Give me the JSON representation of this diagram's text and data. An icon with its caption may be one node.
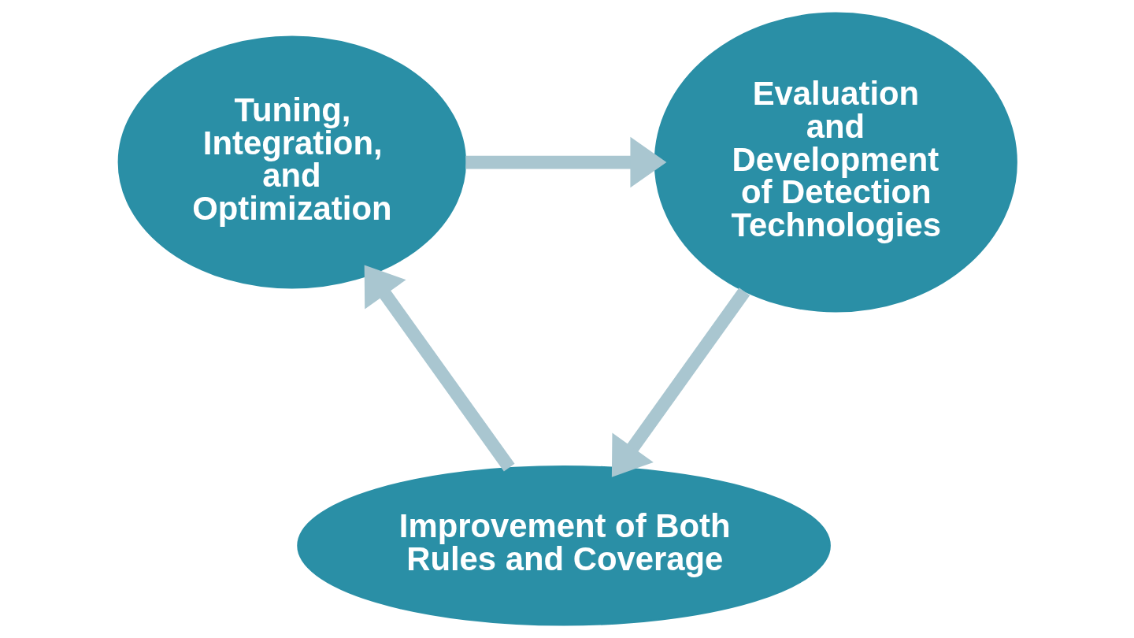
{
  "diagram": {
    "nodes": [
      {
        "text": [
          "Tuning, Integration, and Optimization"
        ]
      },
      {
        "text": [
          "Evaluation and Development of Detection Technologies"
        ]
      },
      {
        "text": [
          "Improvement of Both Rules and Coverage"
        ]
      }
    ],
    "edges": [
      {
        "from": 0,
        "to": 1,
        "arrow": "to"
      },
      {
        "from": 1,
        "to": 2,
        "arrow": "to"
      },
      {
        "from": 2,
        "to": 0,
        "arrow": "to"
      }
    ]
  }
}
